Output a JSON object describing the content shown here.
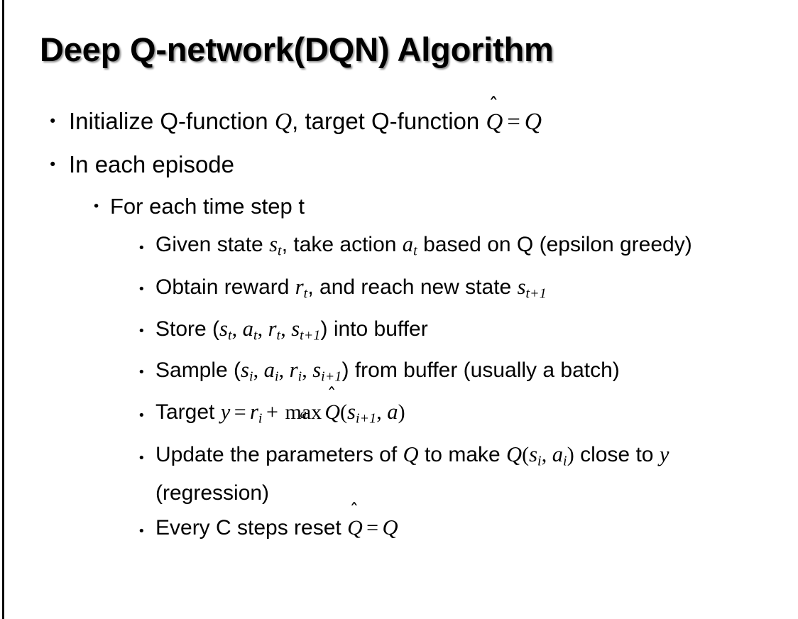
{
  "slide": {
    "title": "Deep Q-network(DQN) Algorithm",
    "background_color": "#ffffff",
    "text_color": "#000000",
    "accent_rule_color": "#0a0a0a"
  },
  "bullets": {
    "b1": {
      "level": 1,
      "marker": "•",
      "text_before": "Initialize Q-function ",
      "var_q": "Q",
      "text_mid": ", target Q-function ",
      "var_qhat": "Q",
      "hat": "ˆ",
      "equals": "=",
      "var_q2": "Q",
      "plain": "Initialize Q-function Q, target Q-function Q̂ = Q"
    },
    "b2": {
      "level": 1,
      "marker": "•",
      "text": "In each episode"
    },
    "b3": {
      "level": 2,
      "marker": "•",
      "text": "For each time step t"
    },
    "b4": {
      "level": 3,
      "marker": "•",
      "seg1": "Given state ",
      "var_s": "s",
      "sub_t": "t",
      "seg2": ", take action ",
      "var_a": "a",
      "sub_t2": "t",
      "seg3": " based on Q (epsilon greedy)",
      "plain": "Given state sₜ, take action aₜ based on Q (epsilon greedy)"
    },
    "b5": {
      "level": 3,
      "marker": "•",
      "seg1": "Obtain reward ",
      "var_r": "r",
      "sub_t": "t",
      "seg2": ", and reach new state ",
      "var_s": "s",
      "sub_t1": "t+1",
      "plain": "Obtain reward rₜ, and reach new state sₜ₊₁"
    },
    "b6": {
      "level": 3,
      "marker": "•",
      "seg1": "Store (",
      "var_s": "s",
      "var_a": "a",
      "var_r": "r",
      "sub_t": "t",
      "sub_t1": "t+1",
      "comma": ", ",
      "seg2": ") into buffer",
      "plain": "Store (sₜ, aₜ, rₜ, sₜ₊₁) into buffer"
    },
    "b7": {
      "level": 3,
      "marker": "•",
      "seg1": "Sample (",
      "var_s": "s",
      "var_a": "a",
      "var_r": "r",
      "sub_i": "i",
      "sub_i1": "i+1",
      "comma": ", ",
      "seg2": ") from buffer (usually a batch)",
      "plain": "Sample (sᵢ, aᵢ, rᵢ, sᵢ₊₁) from buffer (usually a batch)"
    },
    "b8": {
      "level": 3,
      "marker": "•",
      "seg1": "Target ",
      "var_y": "y",
      "equals": "=",
      "var_r": "r",
      "sub_i": "i",
      "plus": "+",
      "op_max": "max",
      "op_under": "a",
      "var_qhat": "Q",
      "hat": "ˆ",
      "open": "(",
      "var_s": "s",
      "sub_i1": "i+1",
      "comma": ", ",
      "var_a": "a",
      "close": ")",
      "plain": "Target y = rᵢ + max_a Q̂(sᵢ₊₁, a)"
    },
    "b9": {
      "level": 3,
      "marker": "•",
      "seg1": "Update the parameters of ",
      "var_q": "Q",
      "seg2": " to make ",
      "var_q2": "Q",
      "open": "(",
      "var_s": "s",
      "sub_i": "i",
      "comma": ", ",
      "var_a": "a",
      "close": ")",
      "seg3": " close to ",
      "var_y": "y",
      "seg4": " (regression)",
      "plain": "Update the parameters of Q to make Q(sᵢ, aᵢ) close to y (regression)"
    },
    "b10": {
      "level": 3,
      "marker": "•",
      "seg1": "Every C steps reset ",
      "var_qhat": "Q",
      "hat": "ˆ",
      "equals": "=",
      "var_q": "Q",
      "plain": "Every C steps reset Q̂ = Q"
    }
  }
}
